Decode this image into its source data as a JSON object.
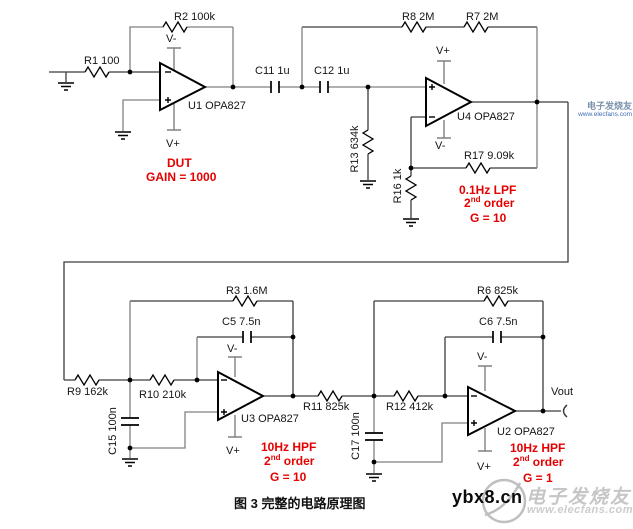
{
  "caption": "图 3 完整的电路原理图",
  "colors": {
    "annotation_red": "#e60000",
    "wire_black": "#3c3c3c",
    "wire_gray": "#818181",
    "symbol_black": "#000000",
    "watermark_gray": "#c6c6c6",
    "watermark_blue": "#3e6db5"
  },
  "labels": {
    "r1": "R1 100",
    "r2": "R2 100k",
    "r3": "R3 1.6M",
    "r6": "R6 825k",
    "r7": "R7 2M",
    "r8": "R8 2M",
    "r9": "R9 162k",
    "r10": "R10 210k",
    "r11": "R11 825k",
    "r12": "R12 412k",
    "r13": "R13 634k",
    "r16": "R16 1k",
    "r17": "R17 9.09k",
    "c5": "C5 7.5n",
    "c6": "C6 7.5n",
    "c11": "C11 1u",
    "c12": "C12 1u",
    "c15": "C15 100n",
    "c17": "C17 100n",
    "u1": "U1 OPA827",
    "u2": "U2 OPA827",
    "u3": "U3 OPA827",
    "u4": "U4 OPA827",
    "vplus": "V+",
    "vminus": "V-",
    "vout": "Vout"
  },
  "annotations": {
    "dut": {
      "line1": "DUT",
      "line2": "GAIN = 1000"
    },
    "lpf": {
      "line1": "0.1Hz LPF",
      "order_num": "2",
      "order_sup": "nd",
      "order_rest": " order",
      "gain": "G = 10"
    },
    "hpf1": {
      "line1": "10Hz HPF",
      "order_num": "2",
      "order_sup": "nd",
      "order_rest": " order",
      "gain": "G = 10"
    },
    "hpf2": {
      "line1": "10Hz HPF",
      "order_num": "2",
      "order_sup": "nd",
      "order_rest": " order",
      "gain": "G = 1"
    }
  },
  "watermarks": {
    "top_right": {
      "brand": "电子发烧友",
      "url": "www.elecfans.com"
    },
    "bottom": {
      "site": "ybx8.cn",
      "brand": "电子发烧友",
      "url": "www.elecfans.com"
    }
  }
}
